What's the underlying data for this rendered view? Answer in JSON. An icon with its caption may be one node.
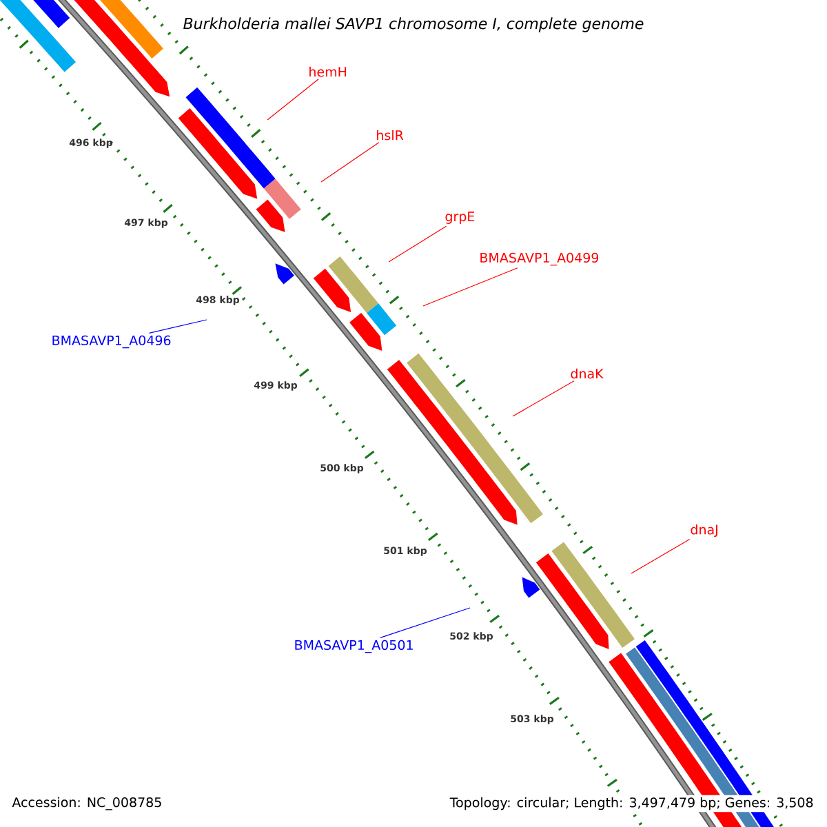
{
  "diagram": {
    "title": "Burkholderia mallei SAVP1 chromosome I, complete genome",
    "nodes": [
      {
        "text": [
          "hemH"
        ]
      },
      {
        "text": [
          "hslR"
        ]
      },
      {
        "text": [
          "grpE"
        ]
      },
      {
        "text": [
          "BMASAVP1_A0499"
        ]
      },
      {
        "text": [
          "BMASAVP1_A0496"
        ]
      },
      {
        "text": [
          "dnaK"
        ]
      },
      {
        "text": [
          "dnaJ"
        ]
      },
      {
        "text": [
          "BMASAVP1_A0501"
        ]
      }
    ],
    "edges": [
      {
        "from": 0,
        "to": null,
        "arrow": "none"
      },
      {
        "from": 1,
        "to": null,
        "arrow": "none"
      },
      {
        "from": 2,
        "to": null,
        "arrow": "none"
      },
      {
        "from": 3,
        "to": null,
        "arrow": "none"
      },
      {
        "from": 4,
        "to": null,
        "arrow": "none",
        "color": "#0000ff"
      },
      {
        "from": 5,
        "to": null,
        "arrow": "none"
      },
      {
        "from": 6,
        "to": null,
        "arrow": "none"
      },
      {
        "from": 7,
        "to": null,
        "arrow": "none",
        "color": "#0000ff"
      }
    ],
    "labels": [
      "496 kbp",
      "497 kbp",
      "498 kbp",
      "499 kbp",
      "500 kbp",
      "501 kbp",
      "502 kbp",
      "503 kbp",
      "Accession: NC_008785",
      "Topology: circular; Length: 3,497,479 bp; Genes: 3,508"
    ]
  }
}
